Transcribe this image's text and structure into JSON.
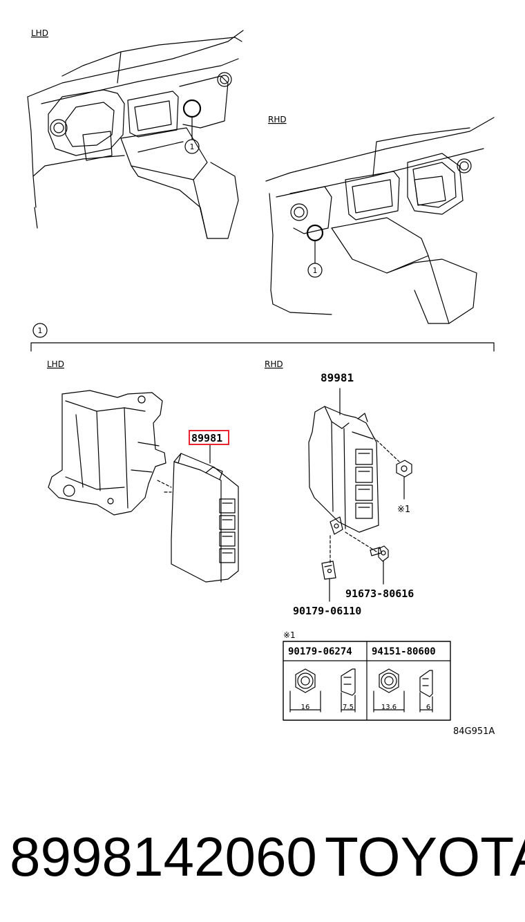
{
  "diagram": {
    "top_lhd_label": "LHD",
    "top_rhd_label": "RHD",
    "callout_1": "1",
    "detail_marker": "1",
    "detail_lhd_label": "LHD",
    "detail_rhd_label": "RHD",
    "part_89981_rhd": "89981",
    "part_89981_lhd": "89981",
    "note_marker": "※1",
    "bolt_part": "91673-80616",
    "nut_part": "90179-06110",
    "table_header_left": "90179-06274",
    "table_header_right": "94151-80600",
    "dim_16": "16",
    "dim_7_5": "7.5",
    "dim_13_6": "13.6",
    "dim_6": "6",
    "table_note": "※1",
    "diagram_code": "84G951A"
  },
  "footer": {
    "part_number": "8998142060",
    "brand": "TOYOTA"
  },
  "colors": {
    "line": "#000000",
    "highlight": "#e8242f"
  }
}
